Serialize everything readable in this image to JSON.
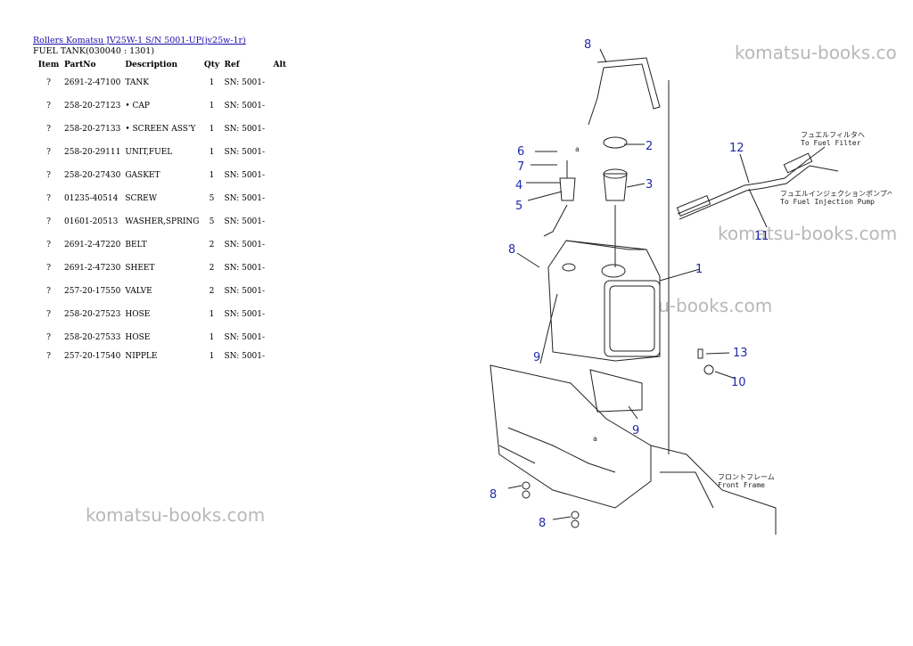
{
  "header": {
    "link_text": "Rollers Komatsu JV25W-1 S/N 5001-UP(jv25w-1r)",
    "subtitle": "FUEL TANK(030040 : 1301)"
  },
  "table": {
    "columns": [
      "Item",
      "PartNo",
      "Description",
      "Qty",
      "Ref",
      "Alt"
    ],
    "rows": [
      {
        "item": "?",
        "partno": "2691-2-47100",
        "description": "TANK",
        "qty": "1",
        "ref": "SN: 5001-"
      },
      {
        "item": "?",
        "partno": "258-20-27123",
        "description": "• CAP",
        "qty": "1",
        "ref": "SN: 5001-"
      },
      {
        "item": "?",
        "partno": "258-20-27133",
        "description": "• SCREEN ASS'Y",
        "qty": "1",
        "ref": "SN: 5001-"
      },
      {
        "item": "?",
        "partno": "258-20-29111",
        "description": "UNIT,FUEL",
        "qty": "1",
        "ref": "SN: 5001-"
      },
      {
        "item": "?",
        "partno": "258-20-27430",
        "description": "GASKET",
        "qty": "1",
        "ref": "SN: 5001-"
      },
      {
        "item": "?",
        "partno": "01235-40514",
        "description": "SCREW",
        "qty": "5",
        "ref": "SN: 5001-"
      },
      {
        "item": "?",
        "partno": "01601-20513",
        "description": "WASHER,SPRING",
        "qty": "5",
        "ref": "SN: 5001-"
      },
      {
        "item": "?",
        "partno": "2691-2-47220",
        "description": "BELT",
        "qty": "2",
        "ref": "SN: 5001-"
      },
      {
        "item": "?",
        "partno": "2691-2-47230",
        "description": "SHEET",
        "qty": "2",
        "ref": "SN: 5001-"
      },
      {
        "item": "?",
        "partno": "257-20-17550",
        "description": "VALVE",
        "qty": "2",
        "ref": "SN: 5001-"
      },
      {
        "item": "?",
        "partno": "258-20-27523",
        "description": "HOSE",
        "qty": "1",
        "ref": "SN: 5001-"
      },
      {
        "item": "?",
        "partno": "258-20-27533",
        "description": "HOSE",
        "qty": "1",
        "ref": "SN: 5001-"
      },
      {
        "item": "?",
        "partno": "257-20-17540",
        "description": "NIPPLE",
        "qty": "1",
        "ref": "SN: 5001-"
      }
    ]
  },
  "watermark": "komatsu-books.com",
  "watermark_top": "komatsu-books.co",
  "diagram": {
    "callouts": [
      "8",
      "6",
      "7",
      "4",
      "5",
      "2",
      "3",
      "12",
      "11",
      "8",
      "1",
      "9",
      "13",
      "10",
      "9",
      "8",
      "8"
    ],
    "letter_a": "a",
    "note_filter_jp": "フュエルフィルタへ",
    "note_filter_en": "To Fuel Filter",
    "note_pump_jp": "フュエルインジェクションポンプへ",
    "note_pump_en": "To Fuel Injection Pump",
    "note_frame_jp": "フロントフレーム",
    "note_frame_en": "Front Frame"
  }
}
